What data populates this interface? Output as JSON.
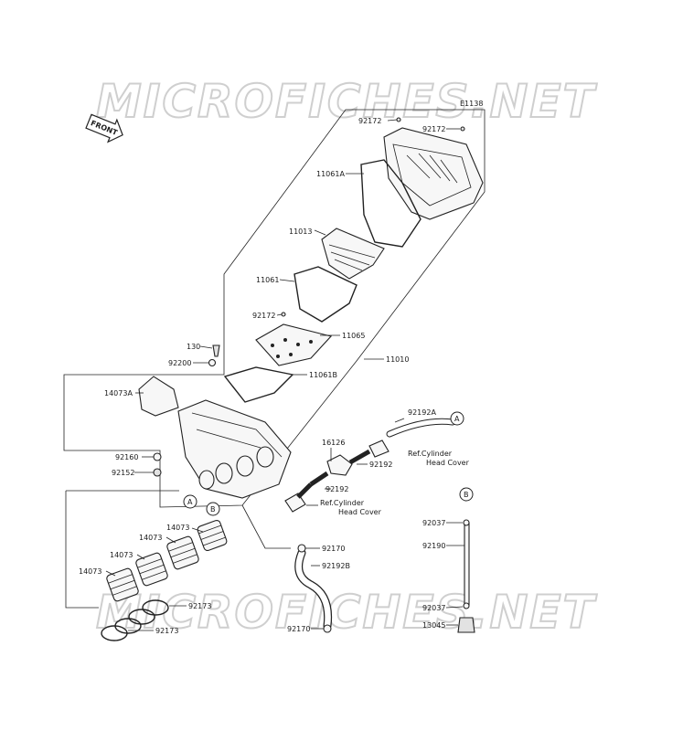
{
  "diagram_code": "E1138",
  "watermark": "MICROFICHES.NET",
  "front_arrow": "FRONT",
  "callouts": {
    "A": "A",
    "B": "B"
  },
  "labels": {
    "p92172_top": "92172",
    "p92172_right": "92172",
    "p11061A": "11061A",
    "p11013": "11013",
    "p11061": "11061",
    "p92172_mid": "92172",
    "p11065": "11065",
    "p130": "130",
    "p92200": "92200",
    "p11061B": "11061B",
    "p11010": "11010",
    "p14073A": "14073A",
    "p92192A": "92192A",
    "p16126": "16126",
    "ref_cyl_1_a": "Ref.Cylinder",
    "ref_cyl_1_b": "Head Cover",
    "p92192_a": "92192",
    "p92160": "92160",
    "p92152": "92152",
    "p92192_b": "92192",
    "ref_cyl_2_a": "Ref.Cylinder",
    "ref_cyl_2_b": "Head Cover",
    "p14073_1": "14073",
    "p14073_2": "14073",
    "p14073_3": "14073",
    "p14073_4": "14073",
    "p92037_top": "92037",
    "p92190": "92190",
    "p92170_top": "92170",
    "p92192B": "92192B",
    "p92173_a": "92173",
    "p92173_b": "92173",
    "p92170_bot": "92170",
    "p92037_bot": "92037",
    "p13045": "13045"
  }
}
